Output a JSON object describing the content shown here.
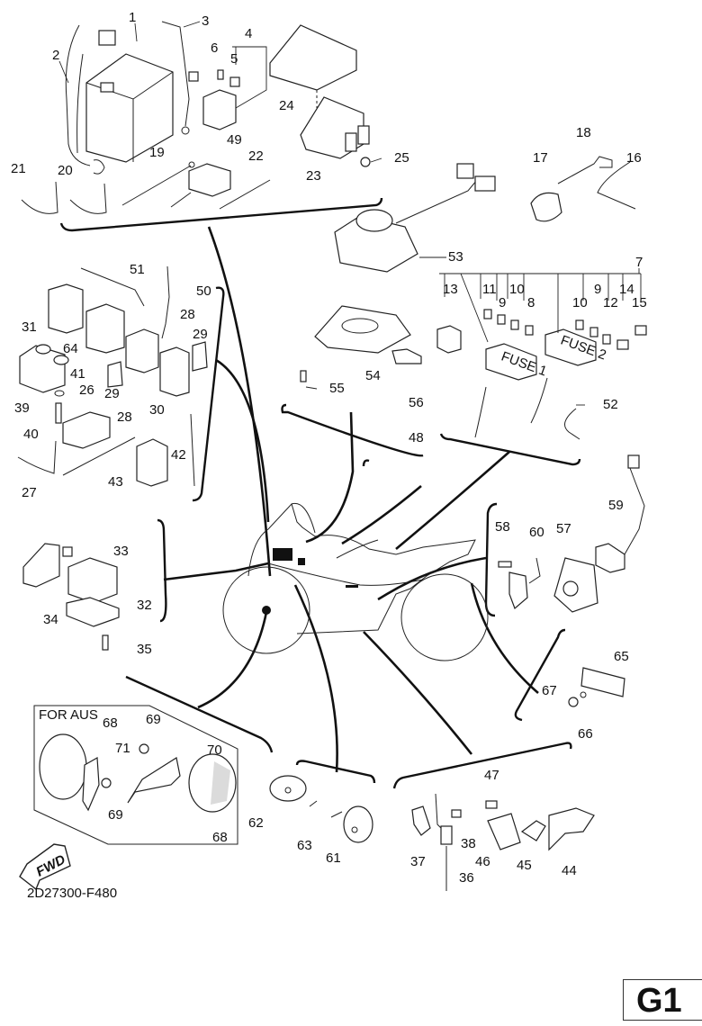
{
  "title": "Electrical parts exploded view",
  "diagram_code": "2D27300-F480",
  "page_id": "G1",
  "fwd_label": "FWD",
  "variant_label": "FOR AUS",
  "fuse_box_labels": [
    "FUSE 1",
    "FUSE 2"
  ],
  "callouts": [
    {
      "id": "c1",
      "text": "1"
    },
    {
      "id": "c2",
      "text": "2"
    },
    {
      "id": "c3",
      "text": "3"
    },
    {
      "id": "c4",
      "text": "4"
    },
    {
      "id": "c5",
      "text": "5"
    },
    {
      "id": "c6",
      "text": "6"
    },
    {
      "id": "c7",
      "text": "7"
    },
    {
      "id": "c8",
      "text": "8"
    },
    {
      "id": "c9a",
      "text": "9"
    },
    {
      "id": "c9b",
      "text": "9"
    },
    {
      "id": "c10a",
      "text": "10"
    },
    {
      "id": "c10b",
      "text": "10"
    },
    {
      "id": "c11",
      "text": "11"
    },
    {
      "id": "c12",
      "text": "12"
    },
    {
      "id": "c13",
      "text": "13"
    },
    {
      "id": "c14",
      "text": "14"
    },
    {
      "id": "c15",
      "text": "15"
    },
    {
      "id": "c16",
      "text": "16"
    },
    {
      "id": "c17",
      "text": "17"
    },
    {
      "id": "c18",
      "text": "18"
    },
    {
      "id": "c19",
      "text": "19"
    },
    {
      "id": "c20",
      "text": "20"
    },
    {
      "id": "c21",
      "text": "21"
    },
    {
      "id": "c22",
      "text": "22"
    },
    {
      "id": "c23",
      "text": "23"
    },
    {
      "id": "c24",
      "text": "24"
    },
    {
      "id": "c25",
      "text": "25"
    },
    {
      "id": "c26",
      "text": "26"
    },
    {
      "id": "c27",
      "text": "27"
    },
    {
      "id": "c28a",
      "text": "28"
    },
    {
      "id": "c28b",
      "text": "28"
    },
    {
      "id": "c29a",
      "text": "29"
    },
    {
      "id": "c29b",
      "text": "29"
    },
    {
      "id": "c30",
      "text": "30"
    },
    {
      "id": "c31",
      "text": "31"
    },
    {
      "id": "c32",
      "text": "32"
    },
    {
      "id": "c33",
      "text": "33"
    },
    {
      "id": "c34",
      "text": "34"
    },
    {
      "id": "c35",
      "text": "35"
    },
    {
      "id": "c36",
      "text": "36"
    },
    {
      "id": "c37",
      "text": "37"
    },
    {
      "id": "c38",
      "text": "38"
    },
    {
      "id": "c39",
      "text": "39"
    },
    {
      "id": "c40",
      "text": "40"
    },
    {
      "id": "c41",
      "text": "41"
    },
    {
      "id": "c42",
      "text": "42"
    },
    {
      "id": "c43",
      "text": "43"
    },
    {
      "id": "c44",
      "text": "44"
    },
    {
      "id": "c45",
      "text": "45"
    },
    {
      "id": "c46",
      "text": "46"
    },
    {
      "id": "c47",
      "text": "47"
    },
    {
      "id": "c48",
      "text": "48"
    },
    {
      "id": "c49",
      "text": "49"
    },
    {
      "id": "c50",
      "text": "50"
    },
    {
      "id": "c51",
      "text": "51"
    },
    {
      "id": "c52",
      "text": "52"
    },
    {
      "id": "c53",
      "text": "53"
    },
    {
      "id": "c54",
      "text": "54"
    },
    {
      "id": "c55",
      "text": "55"
    },
    {
      "id": "c56",
      "text": "56"
    },
    {
      "id": "c57",
      "text": "57"
    },
    {
      "id": "c58",
      "text": "58"
    },
    {
      "id": "c59",
      "text": "59"
    },
    {
      "id": "c60",
      "text": "60"
    },
    {
      "id": "c61",
      "text": "61"
    },
    {
      "id": "c62",
      "text": "62"
    },
    {
      "id": "c63",
      "text": "63"
    },
    {
      "id": "c64",
      "text": "64"
    },
    {
      "id": "c65",
      "text": "65"
    },
    {
      "id": "c66",
      "text": "66"
    },
    {
      "id": "c67",
      "text": "67"
    },
    {
      "id": "c68a",
      "text": "68"
    },
    {
      "id": "c68b",
      "text": "68"
    },
    {
      "id": "c69a",
      "text": "69"
    },
    {
      "id": "c69b",
      "text": "69"
    },
    {
      "id": "c70",
      "text": "70"
    },
    {
      "id": "c71",
      "text": "71"
    }
  ]
}
